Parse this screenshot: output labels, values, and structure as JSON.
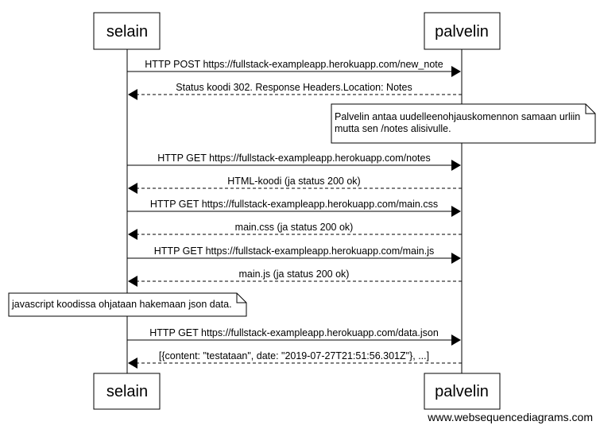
{
  "participants": {
    "browser": "selain",
    "server": "palvelin"
  },
  "messages": [
    {
      "label": "HTTP POST https://fullstack-exampleapp.herokuapp.com/new_note"
    },
    {
      "label": "Status koodi 302. Response Headers.Location: Notes"
    },
    {
      "label": "HTTP GET https://fullstack-exampleapp.herokuapp.com/notes"
    },
    {
      "label": "HTML-koodi (ja status 200 ok)"
    },
    {
      "label": "HTTP GET https://fullstack-exampleapp.herokuapp.com/main.css"
    },
    {
      "label": "main.css (ja status 200 ok)"
    },
    {
      "label": "HTTP GET https://fullstack-exampleapp.herokuapp.com/main.js"
    },
    {
      "label": "main.js (ja status 200 ok)"
    },
    {
      "label": "HTTP GET https://fullstack-exampleapp.herokuapp.com/data.json"
    },
    {
      "label": "[{content: \"testataan\", date: \"2019-07-27T21:51:56.301Z\"}, ...]"
    }
  ],
  "notes": {
    "server_note": {
      "line1": "Palvelin antaa uudelleenohjauskomennon samaan urliin",
      "line2": "mutta sen /notes alisivulle."
    },
    "browser_note": {
      "line1": "javascript koodissa ohjataan hakemaan json data."
    }
  },
  "watermark": "www.websequencediagrams.com"
}
